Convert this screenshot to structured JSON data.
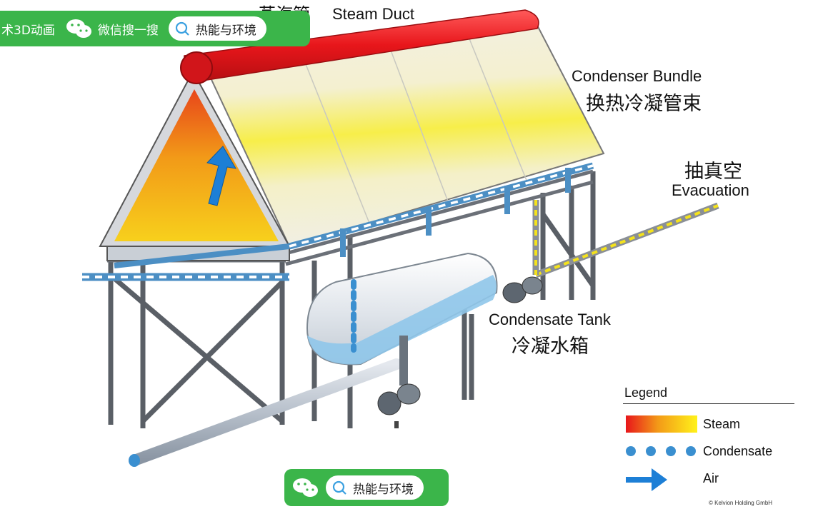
{
  "labels": {
    "steam_duct_zh": "蒸汽管",
    "steam_duct_en": "Steam Duct",
    "condenser_bundle_en": "Condenser Bundle",
    "condenser_bundle_zh": "换热冷凝管束",
    "evacuation_zh": "抽真空",
    "evacuation_en": "Evacuation",
    "condensate_tank_en": "Condensate Tank",
    "condensate_tank_zh": "冷凝水箱"
  },
  "legend": {
    "title": "Legend",
    "steam": "Steam",
    "condensate": "Condensate",
    "air": "Air"
  },
  "watermark": {
    "channel_text": "术3D动画",
    "wechat_search_text": "微信搜一搜",
    "account_name": "热能与环境"
  },
  "copyright": "© Kelvion Holding GmbH",
  "colors": {
    "steam_red": "#e8161b",
    "steam_yellow": "#fff21a",
    "condensate_blue": "#3a8fd0",
    "air_blue": "#1d7fd6",
    "banner_green": "#3bb54a"
  },
  "icons": [
    "wechat-icon",
    "search-icon",
    "air-arrow-icon"
  ]
}
